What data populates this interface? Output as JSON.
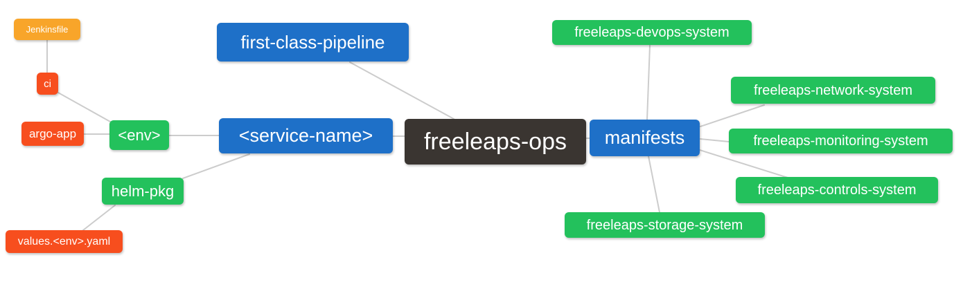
{
  "diagram": {
    "type": "mindmap",
    "root_label": "freeleaps-ops",
    "palette": {
      "root_bg": "#3a3531",
      "level2_bg": "#1e70c8",
      "level3_bg": "#23c15c",
      "level4_bg": "#f74e1e",
      "level5_bg": "#f8a52a",
      "node_text": "#ffffff",
      "edge_line": "#cccccc",
      "background": "#ffffff"
    },
    "nodes": {
      "root": {
        "label": "freeleaps-ops"
      },
      "pipeline": {
        "label": "first-class-pipeline"
      },
      "service": {
        "label": "<service-name>"
      },
      "env": {
        "label": "<env>"
      },
      "helm": {
        "label": "helm-pkg"
      },
      "ci": {
        "label": "ci"
      },
      "argo": {
        "label": "argo-app"
      },
      "jenkinsfile": {
        "label": "Jenkinsfile"
      },
      "values": {
        "label": "values.<env>.yaml"
      },
      "manifests": {
        "label": "manifests"
      },
      "devops": {
        "label": "freeleaps-devops-system"
      },
      "network": {
        "label": "freeleaps-network-system"
      },
      "monitoring": {
        "label": "freeleaps-monitoring-system"
      },
      "controls": {
        "label": "freeleaps-controls-system"
      },
      "storage": {
        "label": "freeleaps-storage-system"
      }
    },
    "edges": [
      {
        "from": "freeleaps-ops",
        "to": "first-class-pipeline"
      },
      {
        "from": "freeleaps-ops",
        "to": "<service-name>"
      },
      {
        "from": "freeleaps-ops",
        "to": "manifests"
      },
      {
        "from": "<service-name>",
        "to": "<env>"
      },
      {
        "from": "<service-name>",
        "to": "helm-pkg"
      },
      {
        "from": "<env>",
        "to": "ci"
      },
      {
        "from": "<env>",
        "to": "argo-app"
      },
      {
        "from": "ci",
        "to": "Jenkinsfile"
      },
      {
        "from": "helm-pkg",
        "to": "values.<env>.yaml"
      },
      {
        "from": "manifests",
        "to": "freeleaps-devops-system"
      },
      {
        "from": "manifests",
        "to": "freeleaps-network-system"
      },
      {
        "from": "manifests",
        "to": "freeleaps-monitoring-system"
      },
      {
        "from": "manifests",
        "to": "freeleaps-controls-system"
      },
      {
        "from": "manifests",
        "to": "freeleaps-storage-system"
      }
    ]
  }
}
